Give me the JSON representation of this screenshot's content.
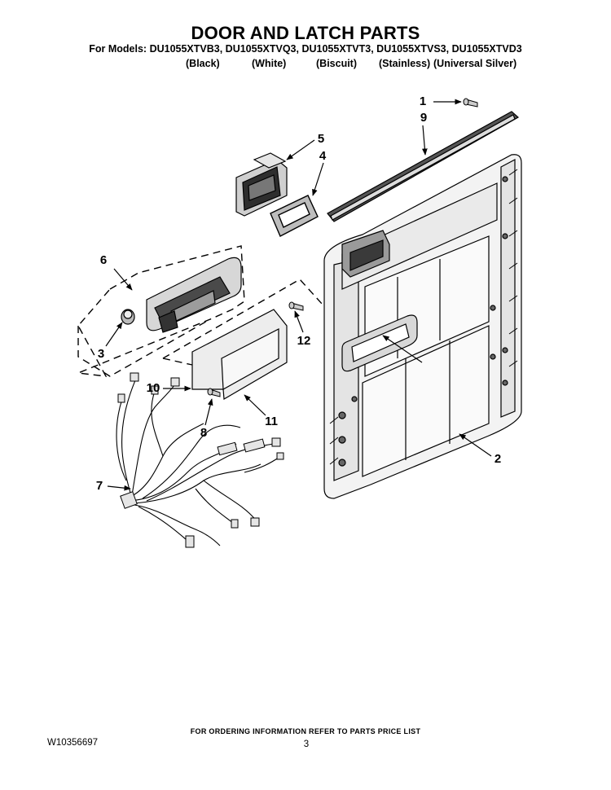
{
  "header": {
    "title": "DOOR AND LATCH PARTS",
    "models_line": "For Models: DU1055XTVB3, DU1055XTVQ3, DU1055XTVT3, DU1055XTVS3, DU1055XTVD3",
    "colors": [
      "(Black)",
      "(White)",
      "(Biscuit)",
      "(Stainless)",
      "(Universal Silver)"
    ]
  },
  "callouts": [
    "1",
    "9",
    "5",
    "4",
    "6",
    "3",
    "12",
    "10",
    "11",
    "8",
    "7",
    "2"
  ],
  "footer": {
    "ordering_info": "FOR ORDERING INFORMATION REFER TO PARTS PRICE LIST",
    "document_number": "W10356697",
    "page_number": "3"
  }
}
